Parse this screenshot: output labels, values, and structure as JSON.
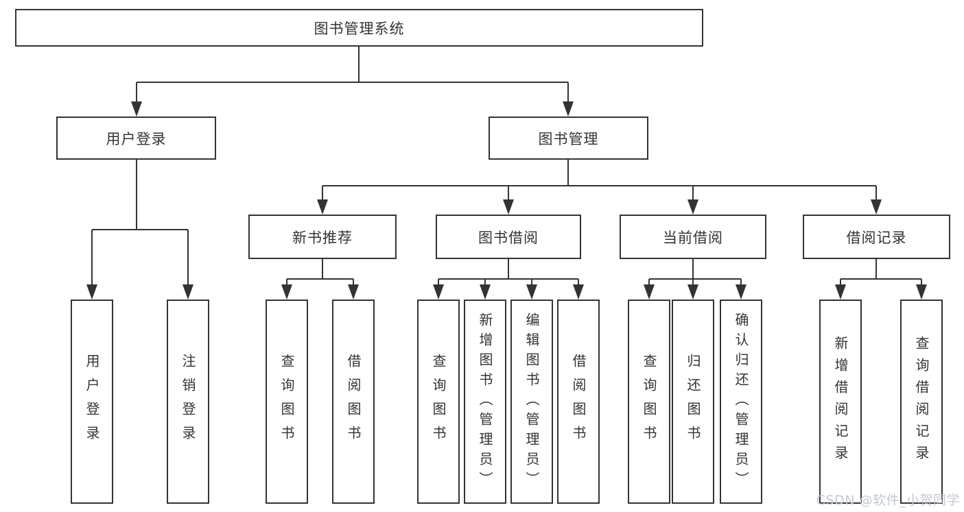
{
  "tree": {
    "label": "图书管理系统",
    "children": [
      {
        "label": "用户登录",
        "children": [
          {
            "label": "用户登录"
          },
          {
            "label": "注销登录"
          }
        ]
      },
      {
        "label": "图书管理",
        "children": [
          {
            "label": "新书推荐",
            "children": [
              {
                "label": "查询图书"
              },
              {
                "label": "借阅图书"
              }
            ]
          },
          {
            "label": "图书借阅",
            "children": [
              {
                "label": "查询图书"
              },
              {
                "label": "新增图书（管理员）"
              },
              {
                "label": "编辑图书（管理员）"
              },
              {
                "label": "借阅图书"
              }
            ]
          },
          {
            "label": "当前借阅",
            "children": [
              {
                "label": "查询图书"
              },
              {
                "label": "归还图书"
              },
              {
                "label": "确认归还（管理员）"
              }
            ]
          },
          {
            "label": "借阅记录",
            "children": [
              {
                "label": "新增借阅记录"
              },
              {
                "label": "查询借阅记录"
              }
            ]
          }
        ]
      }
    ]
  },
  "watermark": {
    "text": "CSDN @软件_小贺同学"
  },
  "colors": {
    "line": "#333333",
    "border": "#333333",
    "text": "#333333",
    "background": "#ffffff",
    "watermark": "#c4c8cf"
  }
}
